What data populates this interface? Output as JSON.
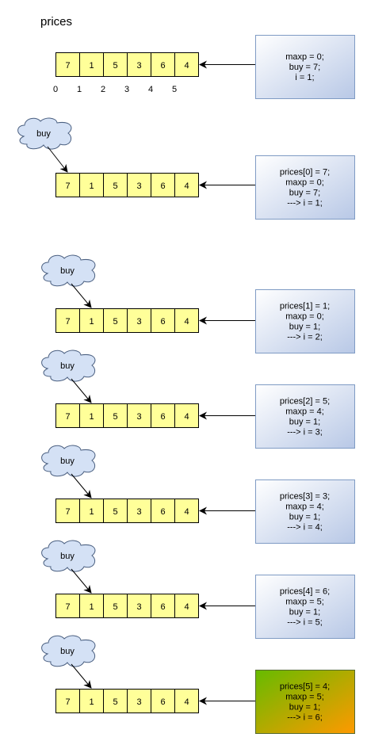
{
  "title": "prices",
  "array_values": [
    "7",
    "1",
    "5",
    "3",
    "6",
    "4"
  ],
  "index_labels": [
    "0",
    "1",
    "2",
    "3",
    "4",
    "5"
  ],
  "pointer_label": "buy",
  "colors": {
    "cell_fill": "#ffff99",
    "cell_stroke": "#000000",
    "note_gradient_from": "#ffffff",
    "note_gradient_to": "#b8c8e6",
    "note_stroke": "#7f9bc4",
    "final_gradient_from": "#66bb00",
    "final_gradient_to": "#ff9900",
    "cloud_fill": "#d4e1f5",
    "cloud_stroke": "#4a5f80"
  },
  "steps": [
    {
      "pointer_index": null,
      "final": false,
      "notes": [
        "maxp = 0;",
        "buy = 7;",
        "i = 1;"
      ]
    },
    {
      "pointer_index": 0,
      "final": false,
      "notes": [
        "prices[0] = 7;",
        "maxp = 0;",
        "buy = 7;",
        "---> i = 1;"
      ]
    },
    {
      "pointer_index": 1,
      "final": false,
      "notes": [
        "prices[1] = 1;",
        "maxp = 0;",
        "buy = 1;",
        "---> i = 2;"
      ]
    },
    {
      "pointer_index": 1,
      "final": false,
      "notes": [
        "prices[2] = 5;",
        "maxp = 4;",
        "buy = 1;",
        "---> i = 3;"
      ]
    },
    {
      "pointer_index": 1,
      "final": false,
      "notes": [
        "prices[3] = 3;",
        "maxp = 4;",
        "buy = 1;",
        "---> i = 4;"
      ]
    },
    {
      "pointer_index": 1,
      "final": false,
      "notes": [
        "prices[4] = 6;",
        "maxp = 5;",
        "buy = 1;",
        "---> i = 5;"
      ]
    },
    {
      "pointer_index": 1,
      "final": true,
      "notes": [
        "prices[5] = 4;",
        "maxp = 5;",
        "buy = 1;",
        "---> i = 6;"
      ]
    }
  ]
}
